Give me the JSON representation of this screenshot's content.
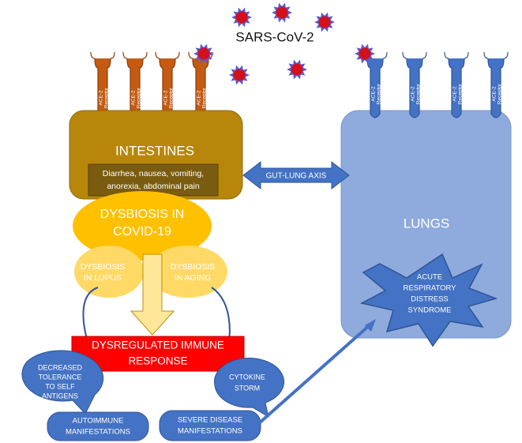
{
  "virus": {
    "label": "SARS-CoV-2",
    "color": "#d4101c",
    "spike_color": "#5a5acc"
  },
  "receptor_label": "ACE-2 Receptor",
  "intestines": {
    "title": "INTESTINES",
    "symptoms": [
      "Diarrhea, nausea, vomiting,",
      "anorexia, abdominal pain"
    ],
    "color": "#b8860b"
  },
  "dysbiosis_covid": {
    "lines": [
      "DYSBIOSIS IN",
      "COVID-19"
    ],
    "color": "#ffc000"
  },
  "dysbiosis_lupus": {
    "lines": [
      "DYSBIOSIS",
      "IN LUPUS"
    ]
  },
  "dysbiosis_aging": {
    "lines": [
      "DYSBIOSIS",
      "IN AGING"
    ]
  },
  "gut_lung_axis": {
    "label": "GUT-LUNG AXIS"
  },
  "lungs": {
    "label": "LUNGS",
    "color": "#8faadc"
  },
  "ards": {
    "lines": [
      "ACUTE",
      "RESPIRATORY",
      "DISTRESS",
      "SYNDROME"
    ]
  },
  "dysregulated": {
    "lines": [
      "DYSREGULATED IMMUNE",
      "RESPONSE"
    ],
    "color": "#ff0000"
  },
  "decreased_tolerance": {
    "lines": [
      "DECREASED",
      "TOLERANCE",
      "TO SELF",
      "ANTIGENS"
    ]
  },
  "cytokine_storm": {
    "lines": [
      "CYTOKINE",
      "STORM"
    ]
  },
  "autoimmune": {
    "lines": [
      "AUTOIMMUNE",
      "MANIFESTATIONS"
    ]
  },
  "severe_disease": {
    "lines": [
      "SEVERE DISEASE",
      "MANIFESTATIONS"
    ]
  },
  "blue_shape_color": "#4472c4"
}
